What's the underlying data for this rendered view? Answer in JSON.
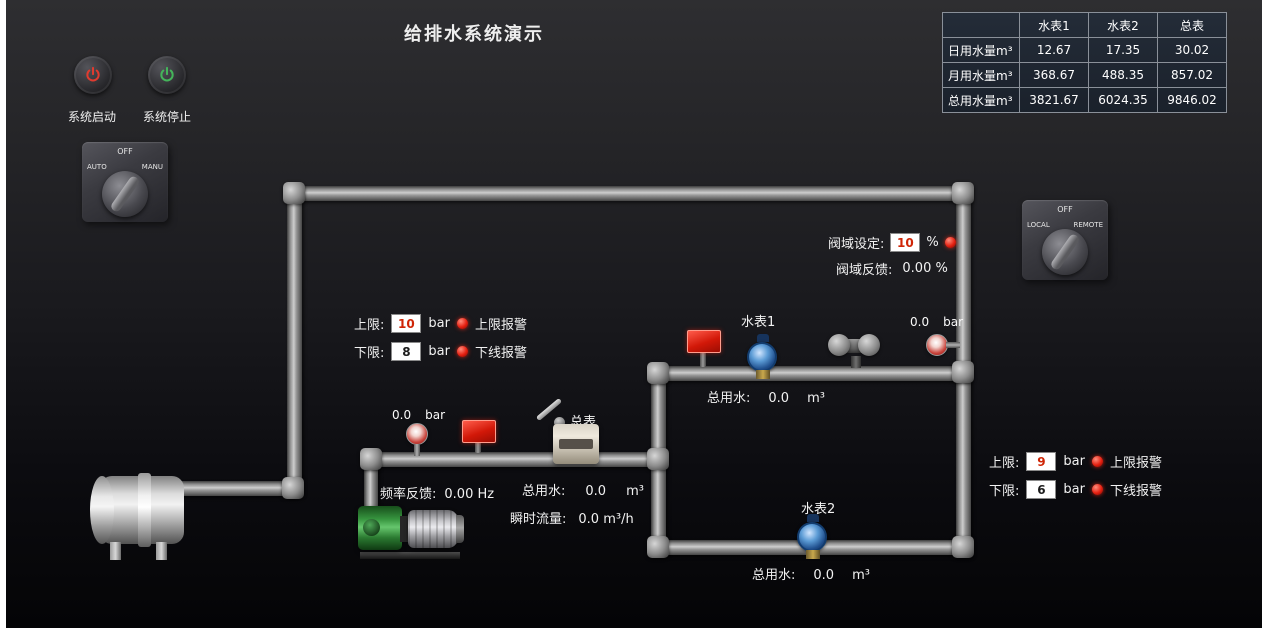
{
  "title": "给排水系统演示",
  "controls": {
    "start_button": "系统启动",
    "stop_button": "系统停止"
  },
  "switch_left": {
    "top": "OFF",
    "left": "AUTO",
    "right": "MANU"
  },
  "switch_right": {
    "top": "OFF",
    "left": "LOCAL",
    "right": "REMOTE"
  },
  "usage_table": {
    "columns": [
      "水表1",
      "水表2",
      "总表"
    ],
    "rows": [
      {
        "label": "日用水量m³",
        "values": [
          "12.67",
          "17.35",
          "30.02"
        ]
      },
      {
        "label": "月用水量m³",
        "values": [
          "368.67",
          "488.35",
          "857.02"
        ]
      },
      {
        "label": "总用水量m³",
        "values": [
          "3821.67",
          "6024.35",
          "9846.02"
        ]
      }
    ]
  },
  "valve_panel": {
    "setting_label": "阀域设定:",
    "setting_value": "10",
    "setting_unit": "%",
    "feedback_label": "阀域反馈:",
    "feedback_value": "0.00 %"
  },
  "pressure_left": {
    "high_label": "上限:",
    "high_value": "10",
    "high_unit": "bar",
    "high_alarm": "上限报警",
    "low_label": "下限:",
    "low_value": "8",
    "low_unit": "bar",
    "low_alarm": "下线报警"
  },
  "pressure_right": {
    "high_label": "上限:",
    "high_value": "9",
    "high_unit": "bar",
    "high_alarm": "上限报警",
    "low_label": "下限:",
    "low_value": "6",
    "low_unit": "bar",
    "low_alarm": "下线报警"
  },
  "gauge_pump": {
    "value": "0.0",
    "unit": "bar"
  },
  "gauge_right": {
    "value": "0.0",
    "unit": "bar"
  },
  "pump": {
    "freq_label": "频率反馈:",
    "freq_value": "0.00 Hz"
  },
  "meter_total": {
    "name": "总表",
    "total_label": "总用水:",
    "total_value": "0.0",
    "total_unit": "m³",
    "flow_label": "瞬时流量:",
    "flow_value": "0.0 m³/h"
  },
  "meter1": {
    "name": "水表1",
    "total_label": "总用水:",
    "total_value": "0.0",
    "total_unit": "m³"
  },
  "meter2": {
    "name": "水表2",
    "total_label": "总用水:",
    "total_value": "0.0",
    "total_unit": "m³"
  }
}
